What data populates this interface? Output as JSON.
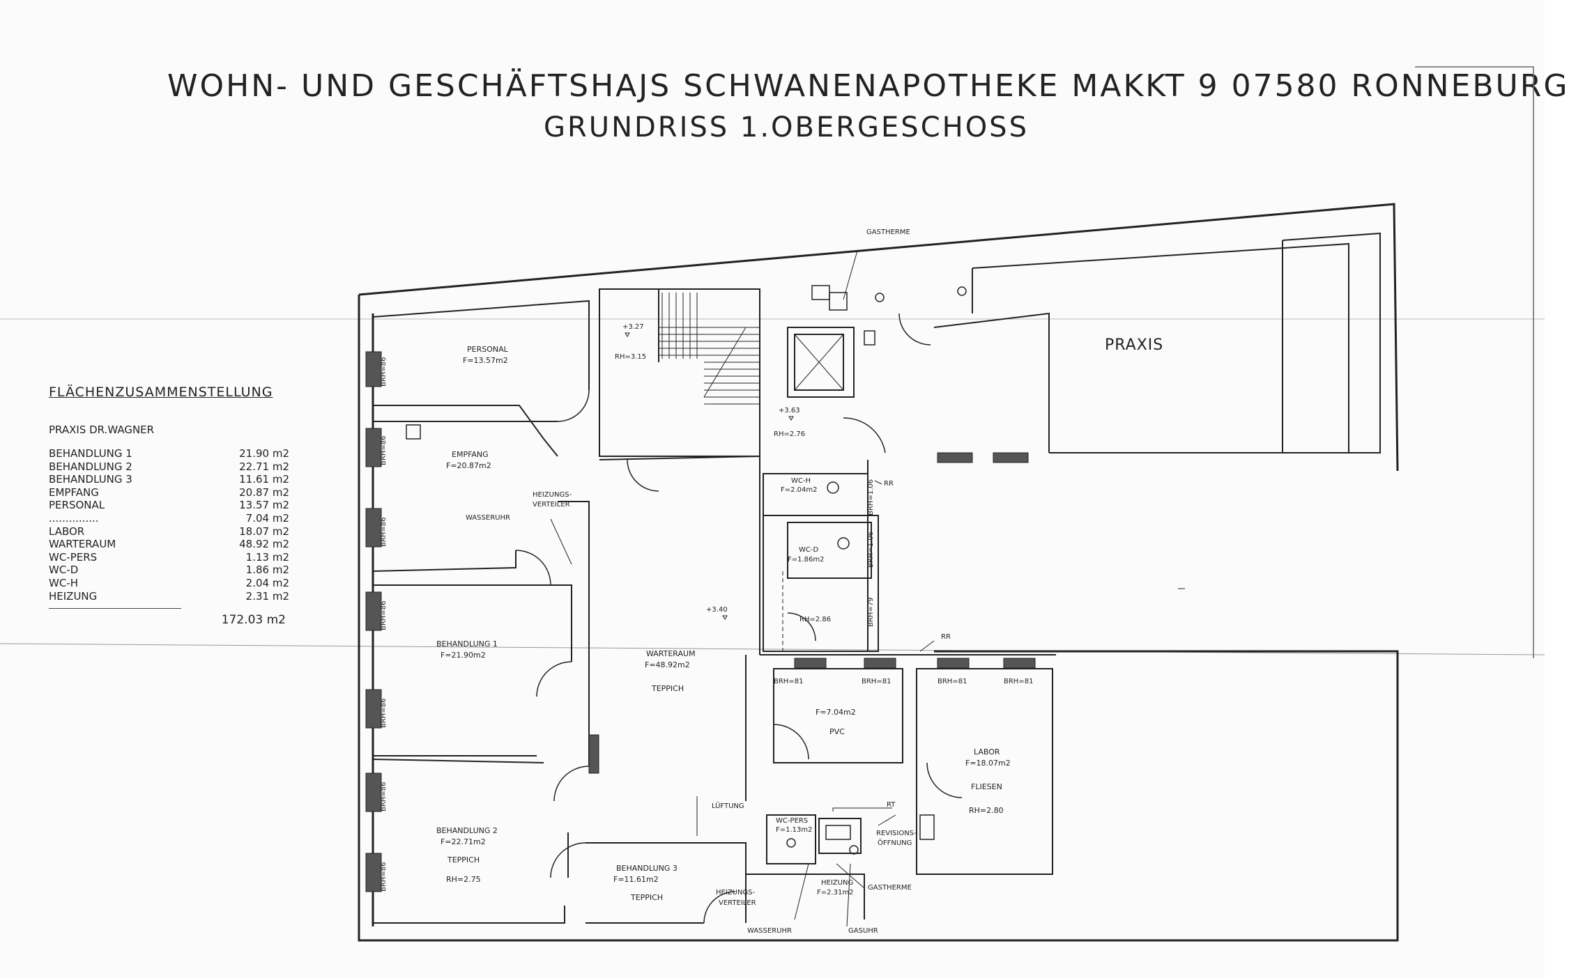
{
  "title": "WOHN- UND GESCHÄFTSHAJS SCHWANENAPOTHEKE MAKKT 9 07580 RONNEBURG",
  "subtitle": "GRUNDRISS 1.OBERGESCHOSS",
  "area_summary": {
    "heading": "FLÄCHENZUSAMMENSTELLUNG",
    "practice": "PRAXIS DR.WAGNER",
    "rows": [
      {
        "name": "BEHANDLUNG 1",
        "value": "21.90 m2"
      },
      {
        "name": "BEHANDLUNG 2",
        "value": "22.71 m2"
      },
      {
        "name": "BEHANDLUNG 3",
        "value": "11.61 m2"
      },
      {
        "name": "EMPFANG",
        "value": "20.87 m2"
      },
      {
        "name": "PERSONAL",
        "value": "13.57 m2"
      },
      {
        "name": "...............",
        "value": "7.04 m2"
      },
      {
        "name": "LABOR",
        "value": "18.07 m2"
      },
      {
        "name": "WARTERAUM",
        "value": "48.92 m2"
      },
      {
        "name": "WC-PERS",
        "value": "1.13 m2"
      },
      {
        "name": "WC-D",
        "value": "1.86 m2"
      },
      {
        "name": "WC-H",
        "value": "2.04 m2"
      },
      {
        "name": "HEIZUNG",
        "value": "2.31 m2"
      }
    ],
    "total": "172.03 m2"
  },
  "rooms": {
    "personal": {
      "name": "PERSONAL",
      "area": "F=13.57m2"
    },
    "empfang": {
      "name": "EMPFANG",
      "area": "F=20.87m2"
    },
    "behandlung1": {
      "name": "BEHANDLUNG 1",
      "area": "F=21.90m2"
    },
    "behandlung2": {
      "name": "BEHANDLUNG 2",
      "area": "F=22.71m2",
      "floor": "TEPPICH",
      "height": "RH=2.75"
    },
    "behandlung3": {
      "name": "BEHANDLUNG 3",
      "area": "F=11.61m2",
      "floor": "TEPPICH"
    },
    "warteraum": {
      "name": "WARTERAUM",
      "area": "F=48.92m2",
      "floor": "TEPPICH"
    },
    "wch": {
      "name": "WC-H",
      "area": "F=2.04m2"
    },
    "wcd": {
      "name": "WC-D",
      "area": "F=1.86m2"
    },
    "unnamed": {
      "area": "F=7.04m2",
      "floor": "PVC"
    },
    "labor": {
      "name": "LABOR",
      "area": "F=18.07m2",
      "floor": "FLIESEN",
      "height": "RH=2.80"
    },
    "wcpers": {
      "name": "WC-PERS",
      "area": "F=1.13m2"
    },
    "heizung": {
      "name": "HEIZUNG",
      "area": "F=2.31m2"
    },
    "praxis": {
      "name": "PRAXIS"
    }
  },
  "annotations": {
    "gastherme_top": "GASTHERME",
    "gastherme_bottom": "GASTHERME",
    "heizungsverteiler_top_1": "HEIZUNGS-",
    "heizungsverteiler_top_2": "VERTEILER",
    "heizungsverteiler_bot_1": "HEIZUNGS-",
    "heizungsverteiler_bot_2": "VERTEILER",
    "wasseruhr_top": "WASSERUHR",
    "wasseruhr_bot": "WASSERUHR",
    "gasuhr": "GASUHR",
    "lueftung": "LÜFTUNG",
    "revision_1": "REVISIONS-",
    "revision_2": "ÖFFNUNG",
    "rr1": "RR",
    "rr2": "RR",
    "rt": "RT",
    "level_327": "+3.27",
    "level_363": "+3.63",
    "level_340": "+3.40",
    "rh_315": "RH=3.15",
    "rh_276": "RH=2.76",
    "rh_286": "RH=2.86",
    "brh86": "BRH=86",
    "brh81": "BRH=81",
    "brh106": "BRH=1.06",
    "brh79": "BRH=79"
  }
}
